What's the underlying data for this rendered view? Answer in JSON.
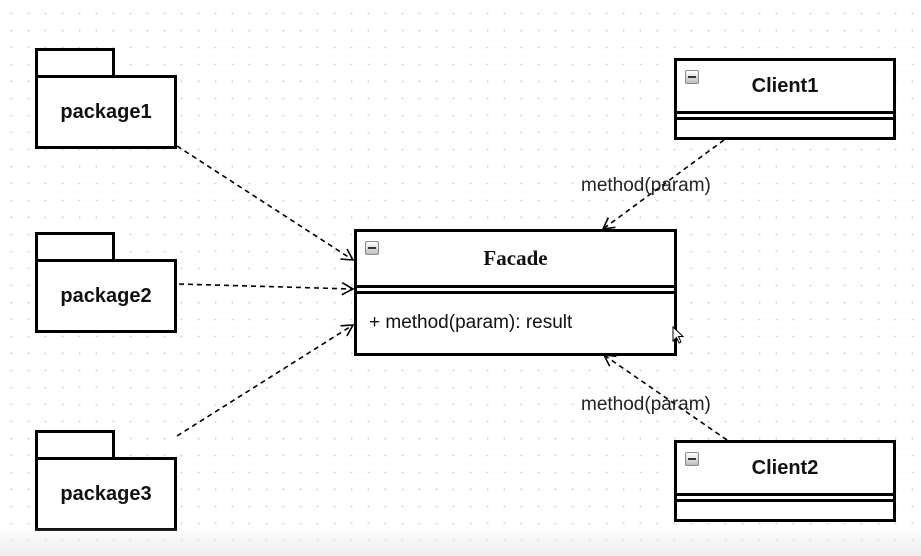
{
  "packages": [
    {
      "name": "package1"
    },
    {
      "name": "package2"
    },
    {
      "name": "package3"
    }
  ],
  "facade": {
    "name": "Facade",
    "operation": "+ method(param): result"
  },
  "clients": [
    {
      "name": "Client1"
    },
    {
      "name": "Client2"
    }
  ],
  "edges": {
    "client1_label": "method(param)",
    "client2_label": "method(param)"
  },
  "icons": {
    "collapse": "collapse-minus-icon",
    "cursor": "mouse-pointer-icon"
  }
}
